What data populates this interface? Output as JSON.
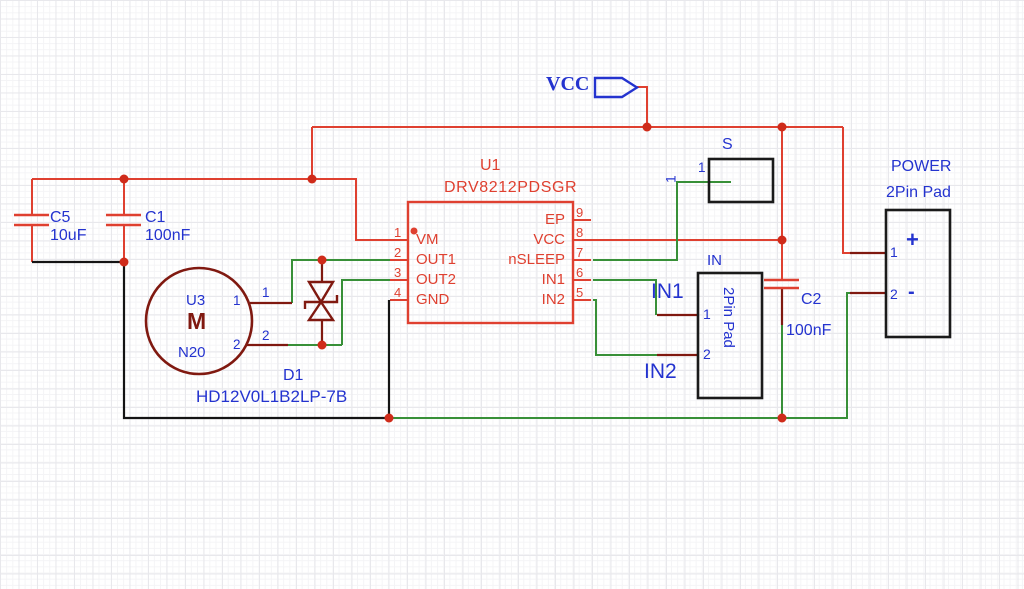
{
  "schematic": {
    "power_flag": {
      "label": "VCC"
    },
    "u1": {
      "ref": "U1",
      "part": "DRV8212PDSGR",
      "left_pins": [
        {
          "num": "1",
          "name": "VM"
        },
        {
          "num": "2",
          "name": "OUT1"
        },
        {
          "num": "3",
          "name": "OUT2"
        },
        {
          "num": "4",
          "name": "GND"
        }
      ],
      "right_pins": [
        {
          "num": "9",
          "name": "EP"
        },
        {
          "num": "8",
          "name": "VCC"
        },
        {
          "num": "7",
          "name": "nSLEEP"
        },
        {
          "num": "6",
          "name": "IN1"
        },
        {
          "num": "5",
          "name": "IN2"
        }
      ]
    },
    "c5": {
      "ref": "C5",
      "value": "10uF"
    },
    "c1": {
      "ref": "C1",
      "value": "100nF"
    },
    "c2": {
      "ref": "C2",
      "value": "100nF"
    },
    "u3": {
      "ref": "U3",
      "symbol": "M",
      "value": "N20",
      "pin1": "1",
      "pin2": "2"
    },
    "d1": {
      "ref": "D1",
      "part": "HD12V0L1B2LP-7B"
    },
    "s": {
      "ref": "S",
      "pin1": "1"
    },
    "in": {
      "ref": "IN",
      "type": "2Pin Pad",
      "pin1": "1",
      "pin2": "2",
      "net1": "IN1",
      "net2": "IN2"
    },
    "power": {
      "ref": "POWER",
      "type": "2Pin Pad",
      "pin1": "1",
      "pin2": "2",
      "plus": "+",
      "minus": "-"
    }
  },
  "colors": {
    "wire_red": "#df4030",
    "wire_green": "#389038",
    "dark_red": "#801910",
    "wire_black": "#141414",
    "label_blue": "#2433cf",
    "junction_dot": "#cf2b1a"
  }
}
